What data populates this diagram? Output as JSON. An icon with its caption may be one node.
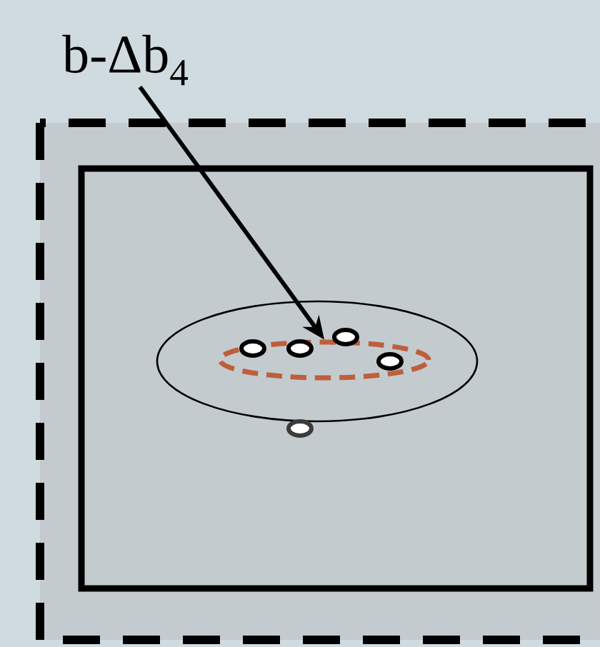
{
  "diagram": {
    "nodes": [
      {
        "text": [
          "b-Δb$_{4}$"
        ]
      },
      {
        "text": [],
        "shape": "ellipse"
      }
    ],
    "edges": [
      {
        "from": 0,
        "to": 1,
        "arrow": "to"
      }
    ]
  }
}
